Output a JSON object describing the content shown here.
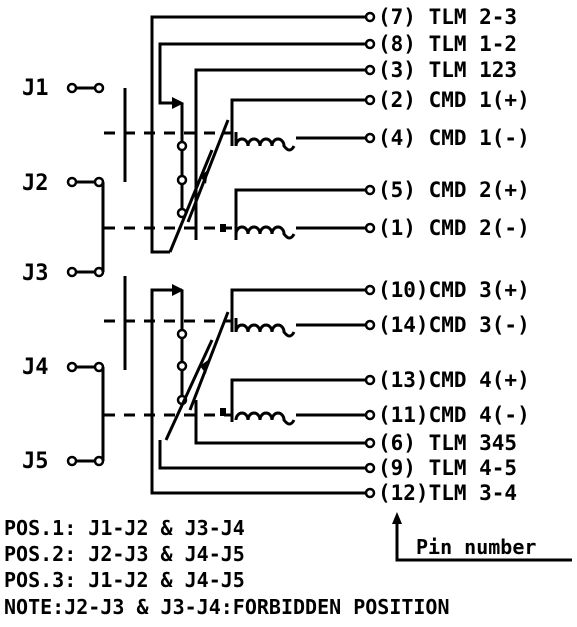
{
  "pins": [
    {
      "label": "(7) TLM 2-3"
    },
    {
      "label": "(8) TLM 1-2"
    },
    {
      "label": "(3) TLM 123"
    },
    {
      "label": "(2) CMD 1(+)"
    },
    {
      "label": "(4) CMD 1(-)"
    },
    {
      "label": "(5) CMD 2(+)"
    },
    {
      "label": "(1) CMD 2(-)"
    },
    {
      "label": "(10)CMD 3(+)"
    },
    {
      "label": "(14)CMD 3(-)"
    },
    {
      "label": "(13)CMD 4(+)"
    },
    {
      "label": "(11)CMD 4(-)"
    },
    {
      "label": "(6) TLM 345"
    },
    {
      "label": "(9) TLM 4-5"
    },
    {
      "label": "(12)TLM 3-4"
    }
  ],
  "jacks": [
    "J1",
    "J2",
    "J3",
    "J4",
    "J5"
  ],
  "pin_number_label": "Pin number",
  "notes": [
    "POS.1: J1-J2 & J3-J4",
    "POS.2: J2-J3 & J4-J5",
    "POS.3: J1-J2 & J4-J5",
    "NOTE:J2-J3 & J3-J4:FORBIDDEN POSITION"
  ]
}
